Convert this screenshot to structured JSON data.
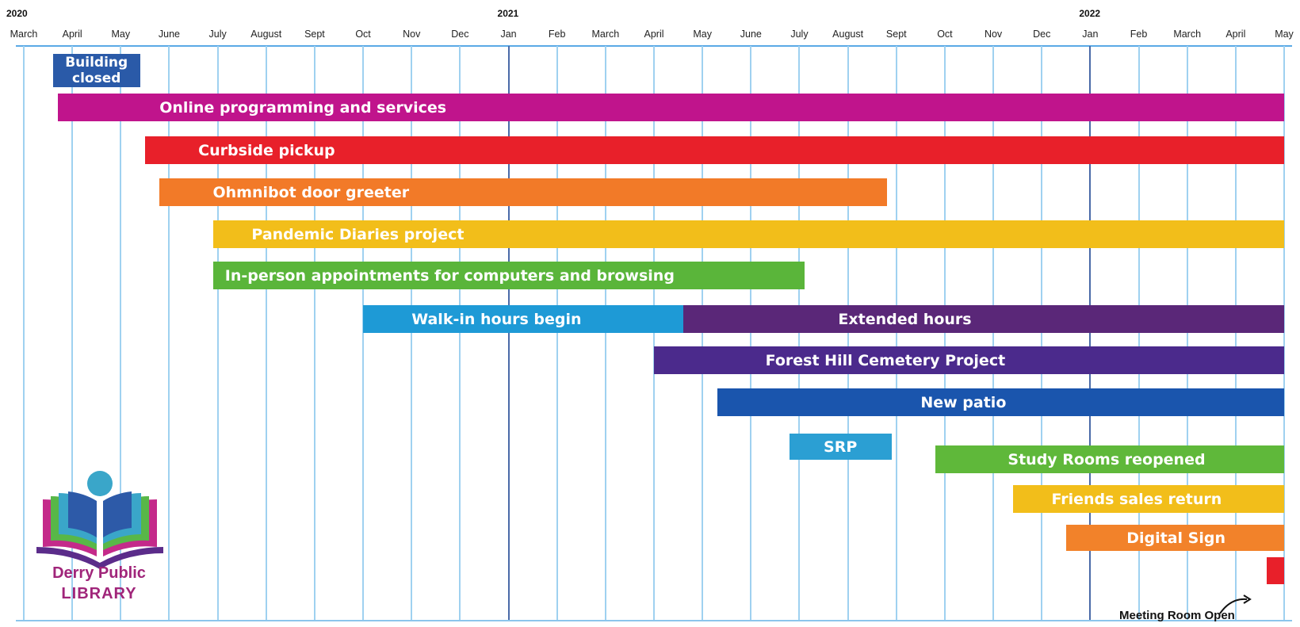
{
  "years": [
    {
      "label": "2020",
      "month": 0
    },
    {
      "label": "2021",
      "month": 10
    },
    {
      "label": "2022",
      "month": 22
    }
  ],
  "months": [
    "March",
    "April",
    "May",
    "June",
    "July",
    "August",
    "Sept",
    "Oct",
    "Nov",
    "Dec",
    "Jan",
    "Feb",
    "March",
    "April",
    "May",
    "June",
    "July",
    "August",
    "Sept",
    "Oct",
    "Nov",
    "Dec",
    "Jan",
    "Feb",
    "March",
    "April",
    "May"
  ],
  "colors": {
    "grid": "#9fd1f0",
    "year_line": "#4a6aa8",
    "building_closed": "#2a5aa8",
    "online": "#c0148c",
    "curbside": "#e8202a",
    "ohmnibot": "#f27a28",
    "diaries": "#f2be1a",
    "in_person": "#5ab53a",
    "walk_in": "#1e9ad6",
    "extended": "#5a2778",
    "cemetery": "#4b2a8c",
    "patio": "#1a55ad",
    "srp": "#2b9fd3",
    "study_rooms": "#5fb83a",
    "friends": "#f2be1a",
    "digital_sign": "#f2822a",
    "meeting_room": "#e8202a"
  },
  "timeline": [
    {
      "id": "building-closed",
      "label": "Building closed",
      "line1": "Building",
      "line2": "closed",
      "start": 0.6,
      "end": 2.4,
      "color_key": "building_closed"
    },
    {
      "id": "online-programming",
      "label": "Online programming and services",
      "start": 0.7,
      "end": 26,
      "color_key": "online",
      "label_offset": 2.1
    },
    {
      "id": "curbside-pickup",
      "label": "Curbside pickup",
      "start": 2.5,
      "end": 26,
      "color_key": "curbside",
      "label_offset": 1.1
    },
    {
      "id": "ohmnibot-door-greeter",
      "label": "Ohmnibot door greeter",
      "start": 2.8,
      "end": 17.8,
      "color_key": "ohmnibot",
      "label_offset": 1.1
    },
    {
      "id": "pandemic-diaries",
      "label": "Pandemic Diaries project",
      "start": 3.9,
      "end": 26,
      "color_key": "diaries",
      "label_offset": 0.8
    },
    {
      "id": "in-person-appointments",
      "label": "In-person appointments for computers and browsing",
      "start": 3.9,
      "end": 16.1,
      "color_key": "in_person",
      "label_offset": 0.25
    },
    {
      "id": "walk-in-hours",
      "label": "Walk-in hours begin",
      "start": 7.0,
      "end": 13.6,
      "color_key": "walk_in",
      "label_offset": 1.0
    },
    {
      "id": "extended-hours",
      "label": "Extended hours",
      "start": 13.6,
      "end": 26,
      "color_key": "extended",
      "label_offset": 3.2
    },
    {
      "id": "forest-hill-cemetery",
      "label": "Forest Hill Cemetery Project",
      "start": 13.0,
      "end": 26,
      "color_key": "cemetery",
      "label_offset": 2.3
    },
    {
      "id": "new-patio",
      "label": "New patio",
      "start": 14.3,
      "end": 26,
      "color_key": "patio",
      "label_offset": 4.2
    },
    {
      "id": "srp",
      "label": "SRP",
      "start": 15.8,
      "end": 17.9,
      "color_key": "srp",
      "label_offset": 0.7
    },
    {
      "id": "study-rooms-reopened",
      "label": "Study Rooms reopened",
      "start": 18.8,
      "end": 26,
      "color_key": "study_rooms",
      "label_offset": 1.5
    },
    {
      "id": "friends-sales-return",
      "label": "Friends  sales return",
      "start": 20.4,
      "end": 26,
      "color_key": "friends",
      "label_offset": 0.8
    },
    {
      "id": "digital-sign",
      "label": "Digital Sign",
      "start": 21.5,
      "end": 26,
      "color_key": "digital_sign",
      "label_offset": 1.25
    },
    {
      "id": "meeting-room-open",
      "label": "Meeting Room Open",
      "start": 25.6,
      "end": 26,
      "color_key": "meeting_room"
    }
  ],
  "logo": {
    "name_line1": "Derry Public",
    "name_line2": "LIBRARY",
    "icon": "open-book-reader-icon"
  }
}
